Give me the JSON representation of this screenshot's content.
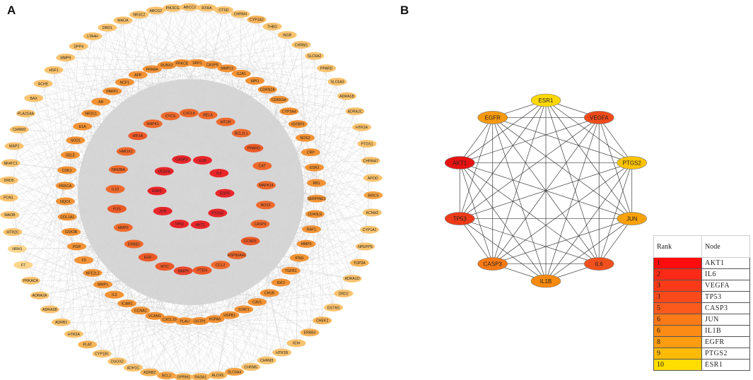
{
  "panels": {
    "a": "A",
    "b": "B"
  },
  "network_a": {
    "rings": [
      {
        "name": "outer",
        "nodes": [
          "RXRA",
          "CTSD",
          "CHRM4",
          "CYP1A2",
          "THBD",
          "INSR",
          "CHRM1",
          "SLC6A2",
          "PPARD",
          "SLC6A3",
          "ADRA1B",
          "ADRA2C",
          "HTR1A",
          "PTGS1",
          "CHRNA7",
          "APOD",
          "BIRC5",
          "KCNH2",
          "CYP1A1",
          "NPEPPS",
          "TOP2A",
          "ADRA1D",
          "DRD2",
          "GSTM1",
          "CHEK2",
          "ERBB3",
          "XDH",
          "HTR1B",
          "CHRM3",
          "CHRM5",
          "SLC6A4",
          "ALOX5",
          "RASA1",
          "OPRM1",
          "BCL2",
          "ADRB2",
          "ADH1C",
          "DUOX2",
          "CYP1B1",
          "PLAT",
          "HTR2A",
          "ADRB1",
          "ADRA2B",
          "ADRA2A",
          "PRKACA",
          "F7",
          "HRH1",
          "HTR2C",
          "MAOB",
          "PON1",
          "DRD5",
          "NFATC1",
          "MAP2",
          "CHRM2",
          "PLA2G4A",
          "BAX",
          "ACHE",
          "HSF1",
          "MMP9",
          "DPP4",
          "LTA4H",
          "DRD1",
          "MAOA",
          "NR3C2",
          "ABCG2",
          "PIK3CG",
          "ABCC2"
        ],
        "colors": [
          "#f9c36e",
          "#f9c36e",
          "#f9c36e",
          "#f7b458",
          "#f9c36e",
          "#f9c36e",
          "#f9c36e",
          "#f9c36e",
          "#f9c36e",
          "#f9c36e",
          "#f9c36e",
          "#f9c36e",
          "#f9c36e",
          "#f9c36e",
          "#f9c36e",
          "#f9c36e",
          "#f5a445",
          "#f9c36e",
          "#f9c36e",
          "#f9c36e",
          "#f7b458",
          "#f9c36e",
          "#f9c36e",
          "#f9c36e",
          "#f7b458",
          "#f7b458",
          "#f9c36e",
          "#f9c36e",
          "#f9c36e",
          "#f9c36e",
          "#f5a445",
          "#f7b458",
          "#f7b458",
          "#f7b458",
          "#f5a445",
          "#f7b458",
          "#f9c36e",
          "#f9c36e",
          "#f9c36e",
          "#f7b458",
          "#f9c36e",
          "#f9c36e",
          "#f9c36e",
          "#f9c36e",
          "#f9c36e",
          "#fad58a",
          "#fad58a",
          "#f9c36e",
          "#f9c36e",
          "#f9c36e",
          "#f9c36e",
          "#f9c36e",
          "#f9c36e",
          "#f9c36e",
          "#f9c36e",
          "#f9c36e",
          "#f9c36e",
          "#f9c36e",
          "#f9c36e",
          "#f9c36e",
          "#f9c36e",
          "#f9c36e",
          "#f9c36e",
          "#f9c36e",
          "#f9c36e",
          "#f9c36e",
          "#f9c36e"
        ]
      },
      {
        "name": "third",
        "nodes": [
          "RUNX2",
          "PRKCB",
          "SPP1",
          "CASP8",
          "MMP13",
          "GJA1",
          "MPO",
          "CDKN2A",
          "CDKN1A",
          "CYP3A4",
          "IGFBP3",
          "NOS2",
          "CRP",
          "ESR2",
          "RB1",
          "SERPINE1",
          "CD40LG",
          "RAF1",
          "MMP3",
          "IFNG",
          "TGFB1",
          "IGF2",
          "CHUK",
          "CAV1",
          "STAT1",
          "HSPB1",
          "HSPA5",
          "GSTP1",
          "PLAU",
          "CXCL10",
          "VCAM1",
          "CCNA2",
          "ICAM1",
          "IL2",
          "MMP1",
          "NFE2L2",
          "F3",
          "PGR",
          "GSK3B",
          "COL1A1",
          "NQO1",
          "PRKCA",
          "CDK1",
          "SELE",
          "SOD1",
          "E1A",
          "NR3C1",
          "AR",
          "PARP1",
          "NCF1",
          "APP",
          "PPARA"
        ],
        "colors": [
          "#f29234",
          "#f29234",
          "#f29234",
          "#f29234",
          "#f29234",
          "#f29234",
          "#f29234",
          "#f29234",
          "#f29234",
          "#f29234",
          "#f29234",
          "#f29234",
          "#f29234",
          "#f29234",
          "#f29234",
          "#f29234",
          "#f29234",
          "#f29234",
          "#f29234",
          "#f29234",
          "#f29234",
          "#f29234",
          "#f29234",
          "#f29234",
          "#f29234",
          "#f29234",
          "#f29234",
          "#f29234",
          "#f29234",
          "#f29234",
          "#f29234",
          "#f29234",
          "#f29234",
          "#f29234",
          "#f29234",
          "#f29234",
          "#f29234",
          "#f29234",
          "#f29234",
          "#f29234",
          "#f29234",
          "#f29234",
          "#f29234",
          "#f29234",
          "#f29234",
          "#f29234",
          "#f29234",
          "#f29234",
          "#f29234",
          "#f29234",
          "#f29234",
          "#f29234"
        ]
      },
      {
        "name": "second",
        "nodes": [
          "RELA",
          "MTOR",
          "BCL2L1",
          "PPARG",
          "CAT",
          "MAPK14",
          "NOS3",
          "CASP9",
          "CCND1",
          "HSP90AA1",
          "CCL2",
          "PTEN",
          "MMP9",
          "MYC",
          "EGF",
          "ERBB2",
          "MMP2",
          "FOS",
          "IL10",
          "NFKBIA",
          "HMOX1",
          "HIF1A",
          "MAPK1",
          "CYCS",
          "CXCL8"
        ],
        "colors": [
          "#ee6a2c",
          "#ee6a2c",
          "#ee6a2c",
          "#ec5a28",
          "#ee6a2c",
          "#ee6a2c",
          "#ee6a2c",
          "#ee6a2c",
          "#ec5a28",
          "#ee6a2c",
          "#ee6a2c",
          "#ec5a28",
          "#e8452a",
          "#ec5a28",
          "#ec5a28",
          "#ee6a2c",
          "#ee6a2c",
          "#ec5a28",
          "#ee6a2c",
          "#ee6a2c",
          "#ee6a2c",
          "#ec5a28",
          "#ee6a2c",
          "#ee6a2c",
          "#ee6a2c"
        ]
      },
      {
        "name": "inner",
        "nodes": [
          "IL1B",
          "IL6",
          "EGFR",
          "PTGS2",
          "AKT1",
          "TP53",
          "JUN",
          "ESR1",
          "VEGFA",
          "CASP3"
        ],
        "colors": [
          "#e8262a",
          "#e8262a",
          "#e8262a",
          "#e8262a",
          "#e8262a",
          "#e8262a",
          "#e8262a",
          "#e8262a",
          "#e8262a",
          "#e8262a"
        ]
      }
    ]
  },
  "network_b": {
    "nodes": [
      "ESR1",
      "VEGFA",
      "PTGS2",
      "JUN",
      "IL6",
      "IL1B",
      "CASP3",
      "TP53",
      "AKT1",
      "EGFR"
    ],
    "colors": [
      "#fdd800",
      "#f04a1a",
      "#fcc400",
      "#fba20a",
      "#f0501c",
      "#f88a10",
      "#f87a14",
      "#ee3a18",
      "#e81212",
      "#f89a10"
    ]
  },
  "rank_table": {
    "header_rank": "Rank",
    "header_node": "Node",
    "rows": [
      {
        "rank": "1",
        "node": "AKT1",
        "color": "#fd0d0d"
      },
      {
        "rank": "2",
        "node": "IL6",
        "color": "#fc2a16"
      },
      {
        "rank": "3",
        "node": "VEGFA",
        "color": "#fb3a18"
      },
      {
        "rank": "3",
        "node": "TP53",
        "color": "#fb4a1a"
      },
      {
        "rank": "5",
        "node": "CASP3",
        "color": "#fa5a1c"
      },
      {
        "rank": "6",
        "node": "JUN",
        "color": "#fa7a18"
      },
      {
        "rank": "6",
        "node": "IL1B",
        "color": "#fb8b14"
      },
      {
        "rank": "8",
        "node": "EGFR",
        "color": "#fc9c10"
      },
      {
        "rank": "9",
        "node": "PTGS2",
        "color": "#fdbb08"
      },
      {
        "rank": "10",
        "node": "ESR1",
        "color": "#fede00"
      }
    ]
  }
}
